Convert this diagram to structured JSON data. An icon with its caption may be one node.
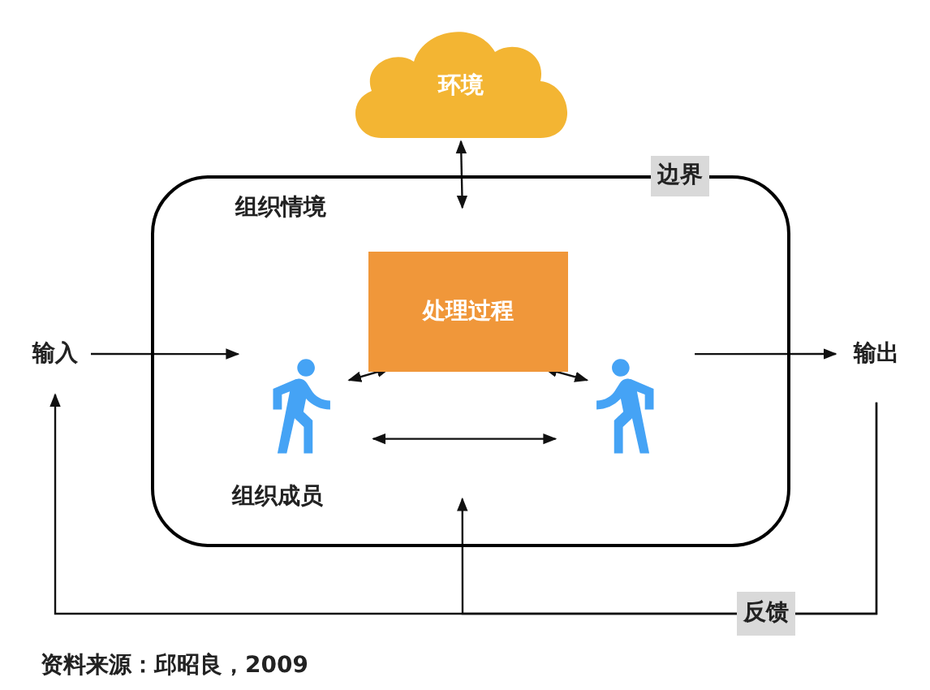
{
  "diagram": {
    "nodes": [
      {
        "text": [
          "环境"
        ]
      },
      {
        "text": [
          "组织情境"
        ],
        "beside": [
          "边界"
        ]
      },
      {
        "text": [
          "处理过程"
        ],
        "in": 1
      },
      {
        "text": [],
        "shape": "person",
        "in": 1
      },
      {
        "text": [],
        "shape": "person",
        "in": 1
      },
      {
        "text": [
          "输入"
        ]
      },
      {
        "text": [
          "输出"
        ]
      }
    ],
    "edges": [
      {
        "from": 0,
        "to": 1,
        "arrow": "both"
      },
      {
        "from": 5,
        "to": 3,
        "arrow": "to"
      },
      {
        "from": 2,
        "to": 3,
        "arrow": "both"
      },
      {
        "from": 2,
        "to": 4,
        "arrow": "both"
      },
      {
        "from": 3,
        "to": 4,
        "arrow": "both"
      },
      {
        "from": 4,
        "to": 6,
        "arrow": "to"
      },
      {
        "from": 6,
        "to": 5,
        "arrow": "to",
        "label": "反馈"
      },
      {
        "from": 6,
        "to": 1,
        "arrow": "to"
      }
    ],
    "labels": [
      "组织成员",
      "资料来源：邱昭良，2009"
    ]
  }
}
